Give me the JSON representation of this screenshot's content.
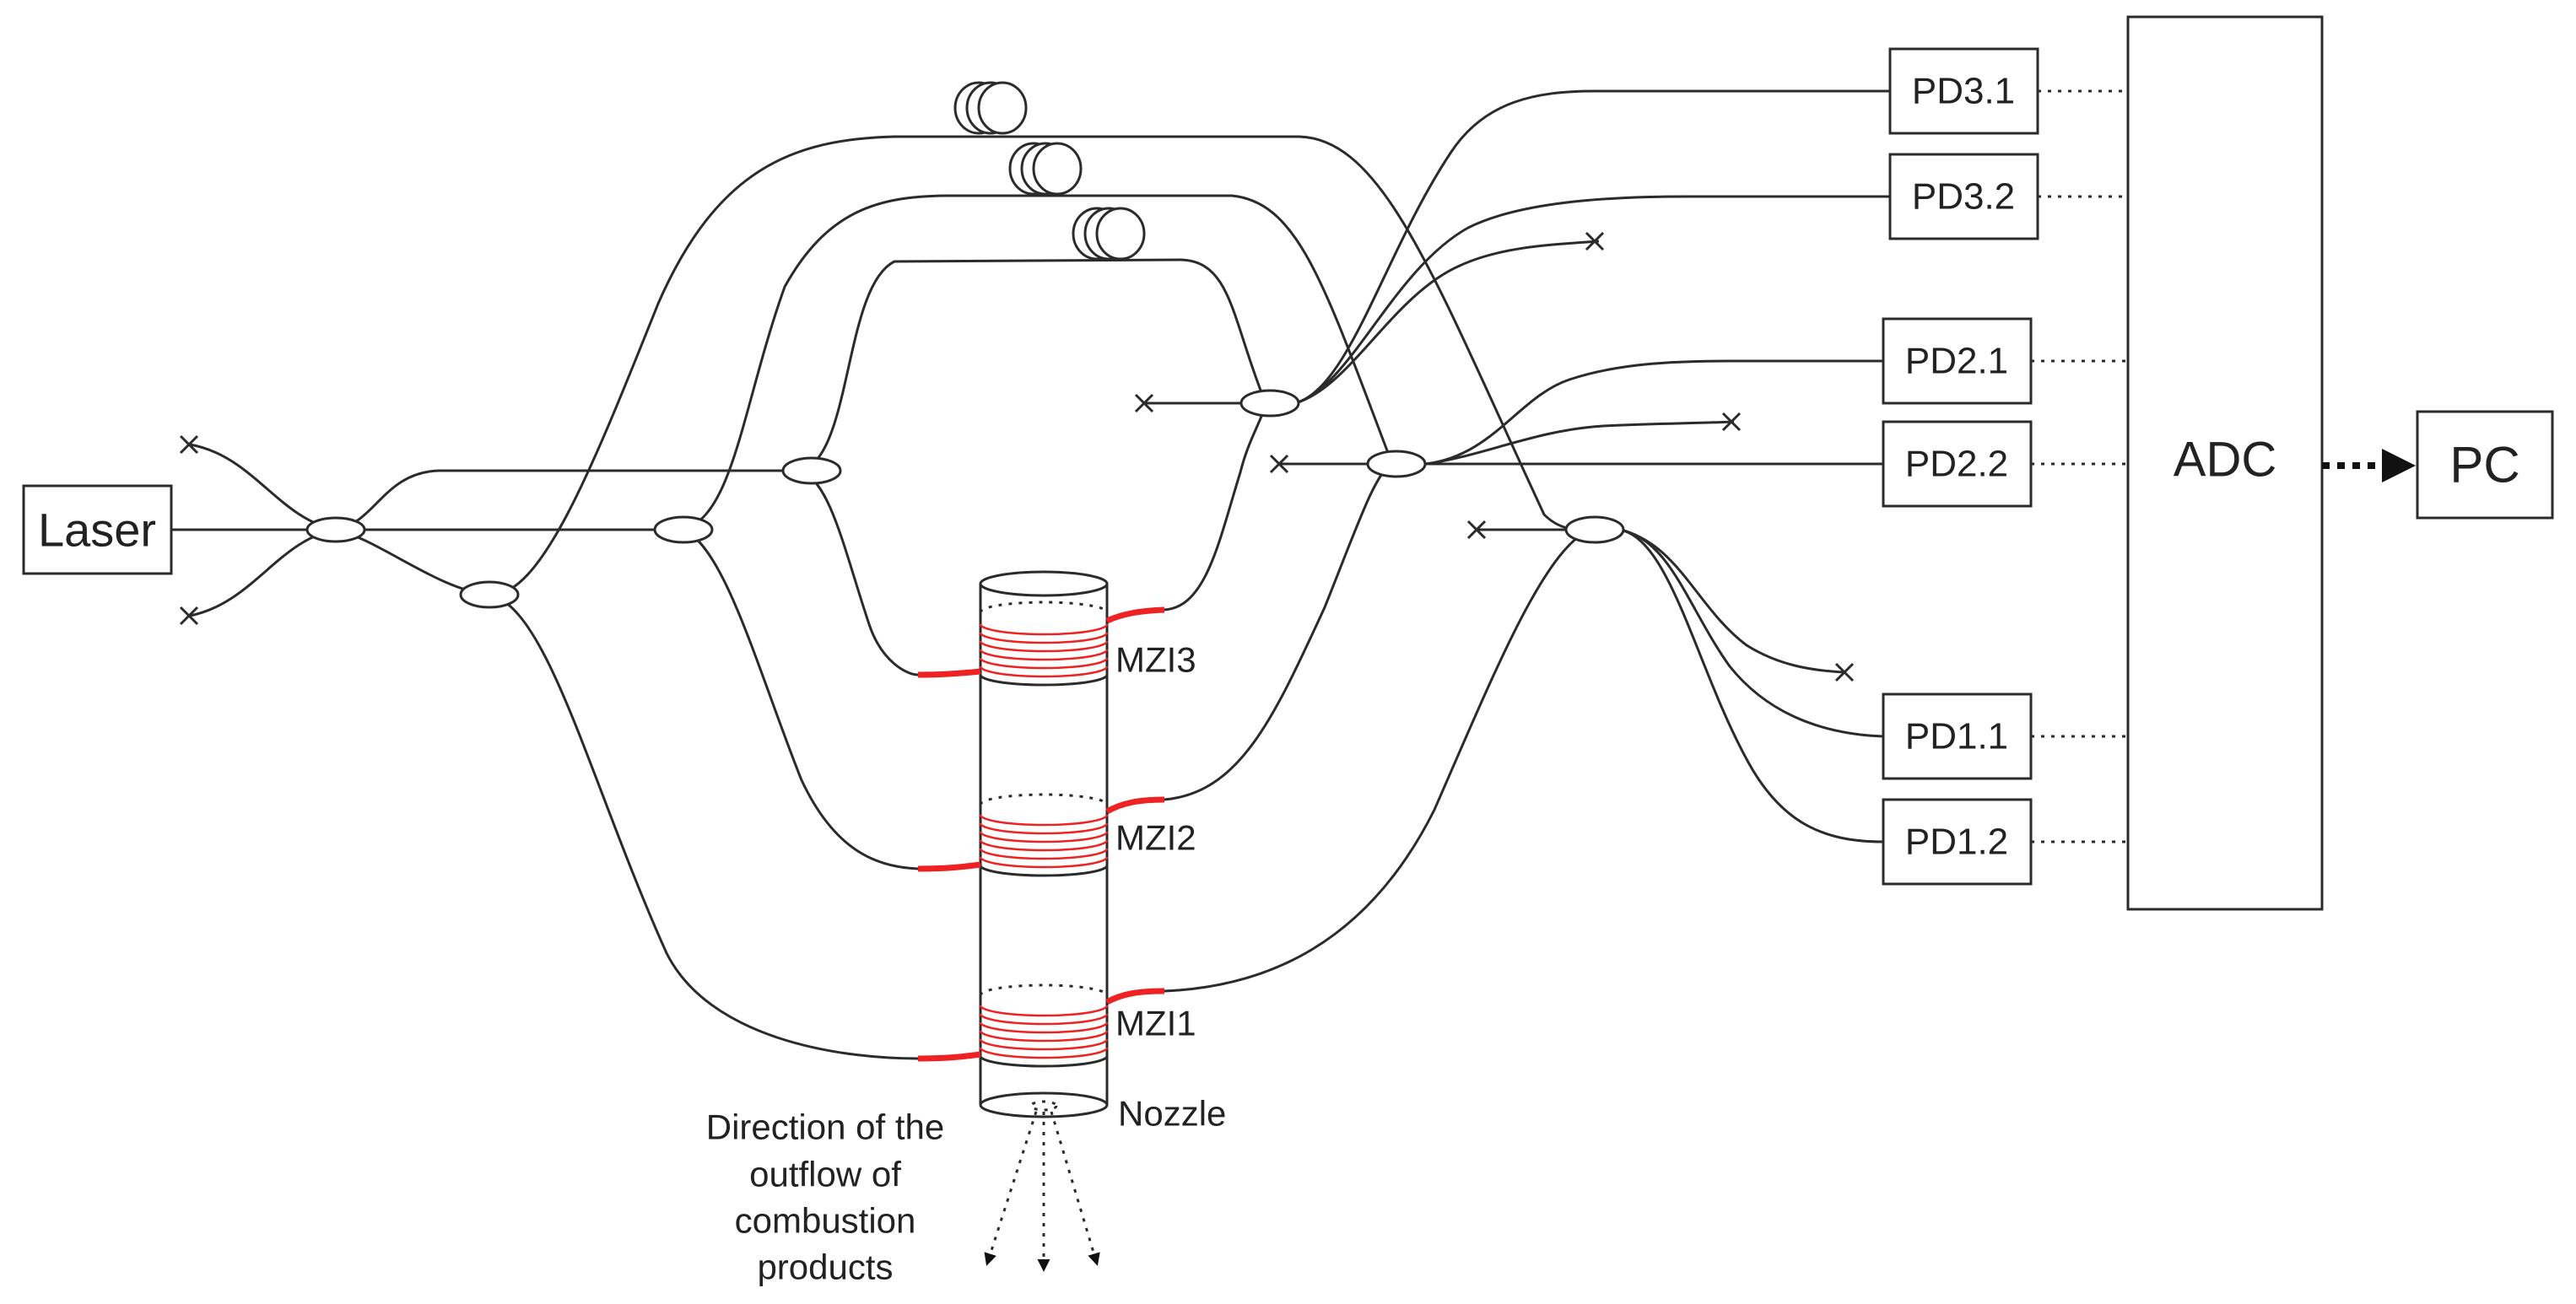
{
  "source": {
    "label": "Laser"
  },
  "detectors": [
    {
      "id": "pd31",
      "label": "PD3.1"
    },
    {
      "id": "pd32",
      "label": "PD3.2"
    },
    {
      "id": "pd21",
      "label": "PD2.1"
    },
    {
      "id": "pd22",
      "label": "PD2.2"
    },
    {
      "id": "pd11",
      "label": "PD1.1"
    },
    {
      "id": "pd12",
      "label": "PD1.2"
    }
  ],
  "adc": {
    "label": "ADC"
  },
  "computer": {
    "label": "PC"
  },
  "interferometers": [
    {
      "id": "mzi3",
      "label": "MZI3"
    },
    {
      "id": "mzi2",
      "label": "MZI2"
    },
    {
      "id": "mzi1",
      "label": "MZI1"
    }
  ],
  "nozzle": {
    "label": "Nozzle"
  },
  "flow_caption": [
    "Direction of the",
    "outflow of",
    "combustion",
    "products"
  ],
  "colors": {
    "line": "#2b2b2b",
    "sensing_fiber": "#ee2222",
    "background": "#ffffff"
  }
}
